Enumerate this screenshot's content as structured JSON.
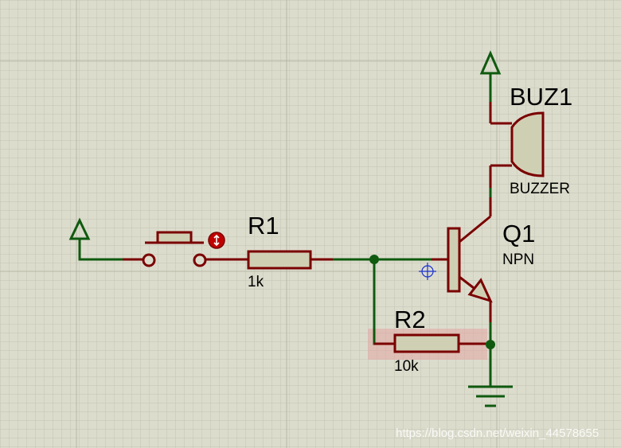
{
  "schematic": {
    "components": {
      "r1": {
        "ref": "R1",
        "value": "1k"
      },
      "r2": {
        "ref": "R2",
        "value": "10k"
      },
      "q1": {
        "ref": "Q1",
        "value": "NPN"
      },
      "buz1": {
        "ref": "BUZ1",
        "value": "BUZZER"
      }
    },
    "colors": {
      "background": "#dcdccd",
      "grid": "#c3c3b4",
      "wire": "#0f5a0f",
      "component": "#7a0000",
      "body_fill": "#cfcfb4",
      "selection": "#e2a6a2"
    }
  },
  "watermark": "https://blog.csdn.net/weixin_44578655"
}
